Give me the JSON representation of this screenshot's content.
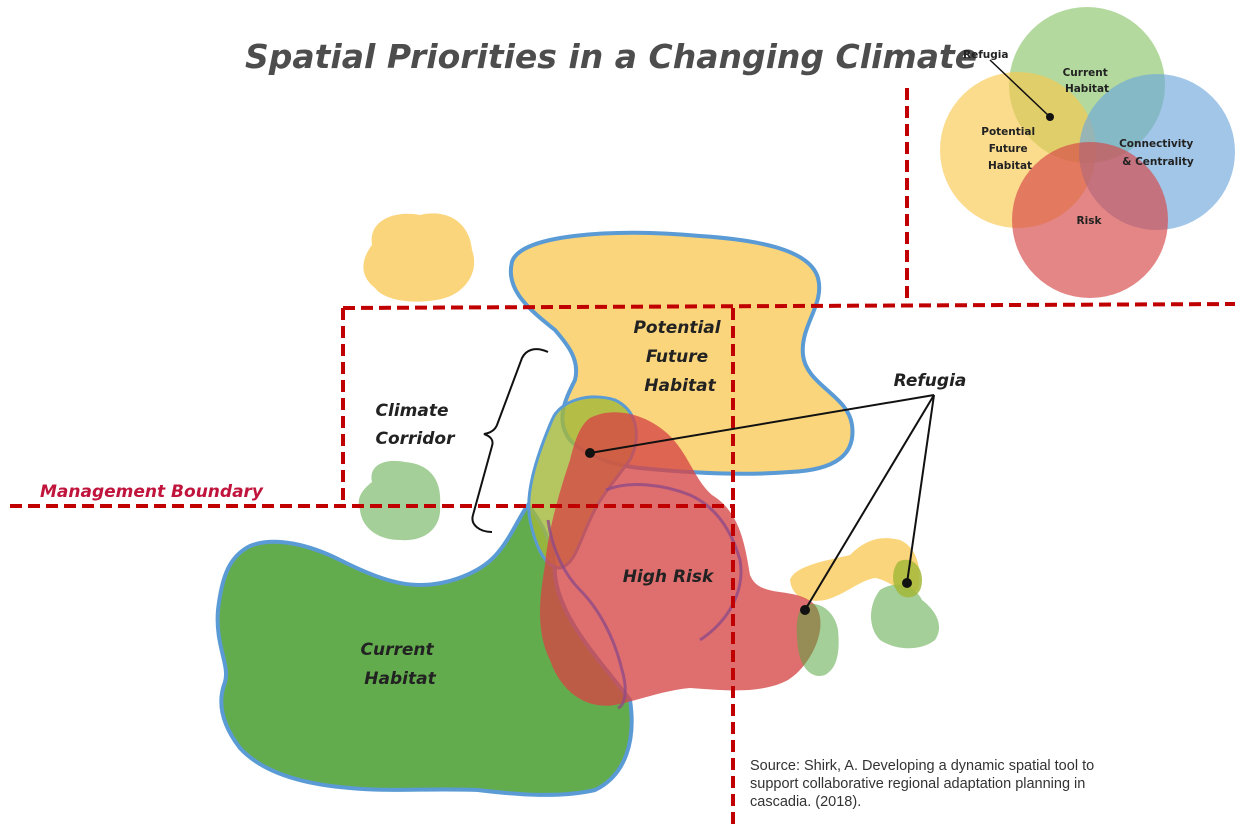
{
  "title": "Spatial Priorities in a Changing Climate",
  "labels": {
    "potential_future_habitat": [
      "Potential",
      "Future",
      "Habitat"
    ],
    "climate_corridor": [
      "Climate",
      "Corridor"
    ],
    "refugia": "Refugia",
    "management_boundary": "Management Boundary",
    "high_risk": "High Risk",
    "current_habitat": [
      "Current",
      "Habitat"
    ]
  },
  "venn": {
    "refugia": "Refugia",
    "current_habitat": [
      "Current",
      "Habitat"
    ],
    "potential_future_habitat": [
      "Potential",
      "Future",
      "Habitat"
    ],
    "connectivity": [
      "Connectivity",
      "& Centrality"
    ],
    "risk": "Risk"
  },
  "source": [
    "Source: Shirk, A. Developing a dynamic spatial tool to",
    "support collaborative regional adaptation planning in",
    "cascadia. (2018)."
  ],
  "colors": {
    "future_habitat": "#f9c74f",
    "current_habitat": "#5aa844",
    "risk": "#d64545",
    "connectivity": "#6fa8dc",
    "outline": "#5b9bd5",
    "boundary": "#c00000",
    "label_red": "#c0143c",
    "text_dark": "#222222",
    "title": "#4d4d4d"
  }
}
